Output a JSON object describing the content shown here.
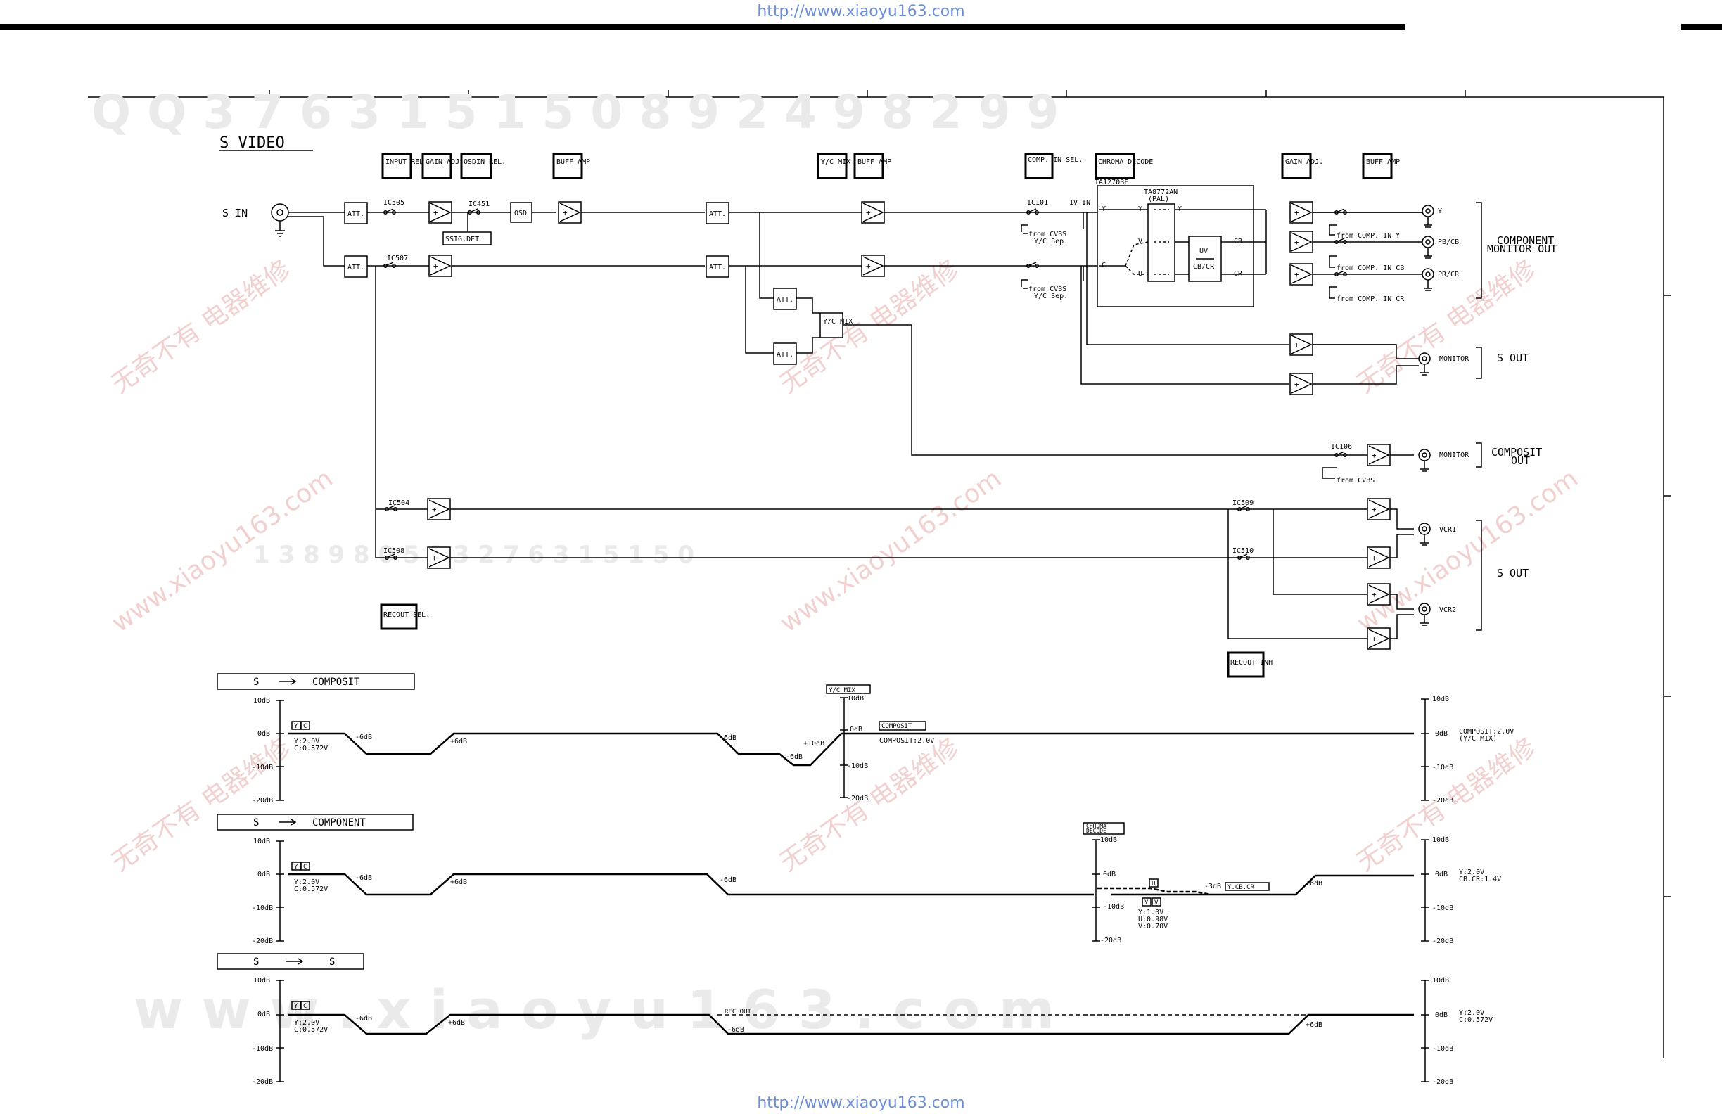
{
  "page": {
    "url_top": "http://www.xiaoyu163.com",
    "url_bottom": "http://www.xiaoyu163.com",
    "watermark_cn": "无奇不有 电器维修",
    "watermark_url": "www.xiaoyu163.com",
    "watermark_row_top": "Q Q 3 7 6 3 1 5 1 5 0     8 9 2 4 9 8 2 9 9",
    "watermark_row_mid": "1 3 8 9 8 0 5 1 3     2 7 6 3 1 5 1 5 0",
    "watermark_row_bottom": "w w w . x i a o y u 1 6 3 . c o m"
  },
  "diagram": {
    "title": "S VIDEO",
    "input_label": "S IN",
    "stage_labels": {
      "input_rel": "INPUT REL.",
      "gain_adj_1": "GAIN ADJ.",
      "osdin_rel": "OSDIN REL.",
      "buff_amp_1": "BUFF AMP",
      "yc_mix": "Y/C MIX",
      "buff_amp_2": "BUFF AMP",
      "comp_in_sel": "COMP. IN SEL.",
      "chroma_decode": "CHROMA DECODE",
      "gain_adj_2": "GAIN ADJ.",
      "buff_amp_3": "BUFF AMP",
      "recout_sel": "RECOUT SEL.",
      "recout_inh": "RECOUT INH"
    },
    "blocks": {
      "att": "ATT.",
      "osd": "OSD",
      "ssig_det": "SSIG.DET",
      "yc_mix": "Y/C MIX",
      "uv_cbcr_top": "UV",
      "uv_cbcr_bottom": "CB/CR"
    },
    "ic_labels": {
      "ic505": "IC505",
      "ic451": "IC451",
      "ic507": "IC507",
      "ic101": "IC101",
      "ta1270bf": "TA1270BF",
      "ta8772an": "TA8772AN",
      "pal": "(PAL)",
      "ic106": "IC106",
      "ic504": "IC504",
      "ic508": "IC508",
      "ic509": "IC509",
      "ic510": "IC510"
    },
    "pin_labels": {
      "one_v_in": "1V IN",
      "y1": "Y",
      "y2": "Y",
      "y3": "Y",
      "c": "C",
      "v": "V",
      "u": "U",
      "cb": "CB",
      "cr": "CR"
    },
    "sources": {
      "from_cvbs_yc_a": "from CVBS",
      "yc_sep_a": "Y/C Sep.",
      "from_cvbs_yc_b": "from CVBS",
      "yc_sep_b": "Y/C Sep.",
      "from_comp_in_y": "from COMP. IN Y",
      "from_comp_in_cb": "from COMP. IN CB",
      "from_comp_in_cr": "from COMP. IN CR",
      "from_cvbs_c": "from CVBS"
    },
    "jacks": {
      "y": "Y",
      "pbcb": "PB/CB",
      "prcr": "PR/CR",
      "monitor_s": "MONITOR",
      "monitor_c": "MONITOR",
      "vcr1": "VCR1",
      "vcr2": "VCR2"
    },
    "outputs": {
      "component_1": "COMPONENT",
      "component_2": "MONITOR OUT",
      "s_out_1": "S OUT",
      "composit_1": "COMPOSIT",
      "composit_2": "OUT",
      "s_out_2": "S OUT"
    }
  },
  "level_diagrams": {
    "scale": {
      "p10": "10dB",
      "zero": "0dB",
      "m10": "-10dB",
      "m20": "-20dB"
    },
    "yc_tags": {
      "y": "Y",
      "c": "C"
    },
    "common": {
      "y_level": "Y:2.0V",
      "c_level": "C:0.572V",
      "minus6": "-6dB",
      "plus6": "+6dB"
    },
    "panel1": {
      "title_left": "S",
      "title_right": "COMPOSIT",
      "minus6_b": "-6dB",
      "minus6_c": "-6dB",
      "plus10": "+10dB",
      "yc_mix_tag": "Y/C MIX",
      "composit_tag": "COMPOSIT",
      "composit_level": "COMPOSIT:2.0V",
      "right_1": "COMPOSIT:2.0V",
      "right_2": "(Y/C MIX)"
    },
    "panel2": {
      "title_left": "S",
      "title_right": "COMPONENT",
      "minus6_b": "-6dB",
      "chroma_1": "CHROMA",
      "chroma_2": "DECODE",
      "u_tag": "U",
      "y_tag": "Y",
      "v_tag": "V",
      "minus3": "-3dB",
      "ycbcr_tag": "Y.CB.CR",
      "y_out": "Y:1.0V",
      "u_out": "U:0.98V",
      "v_out": "V:0.70V",
      "plus6_b": "+6dB",
      "right_1": "Y:2.0V",
      "right_2": "CB.CR:1.4V"
    },
    "panel3": {
      "title_left": "S",
      "title_right": "S",
      "rec_out": "REC OUT",
      "minus6_b": "-6dB",
      "plus6_b": "+6dB",
      "right_1": "Y:2.0V",
      "right_2": "C:0.572V"
    }
  }
}
